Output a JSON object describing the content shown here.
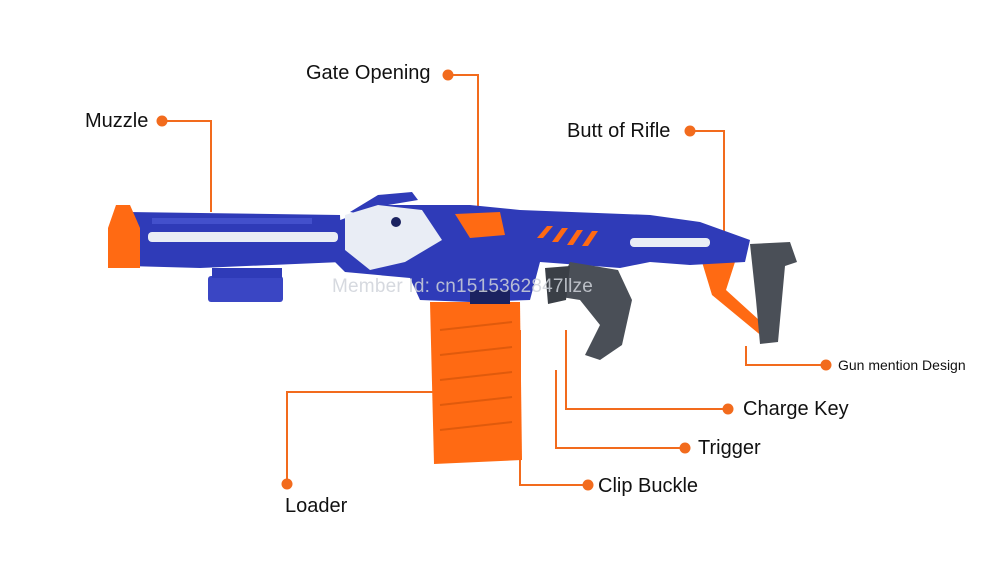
{
  "labels": {
    "gate_opening": "Gate Opening",
    "muzzle": "Muzzle",
    "butt_of_rifle": "Butt of Rifle",
    "gun_mention_design": "Gun mention Design",
    "charge_key": "Charge Key",
    "trigger": "Trigger",
    "clip_buckle": "Clip Buckle",
    "loader": "Loader"
  },
  "watermark": "Member Id: cn1515362847llze",
  "colors": {
    "callout": "#f26b1d",
    "body_blue": "#2f3bb8",
    "accent_orange": "#ff6a13",
    "white_trim": "#e9edf5",
    "grip_gray": "#4a4f57"
  }
}
